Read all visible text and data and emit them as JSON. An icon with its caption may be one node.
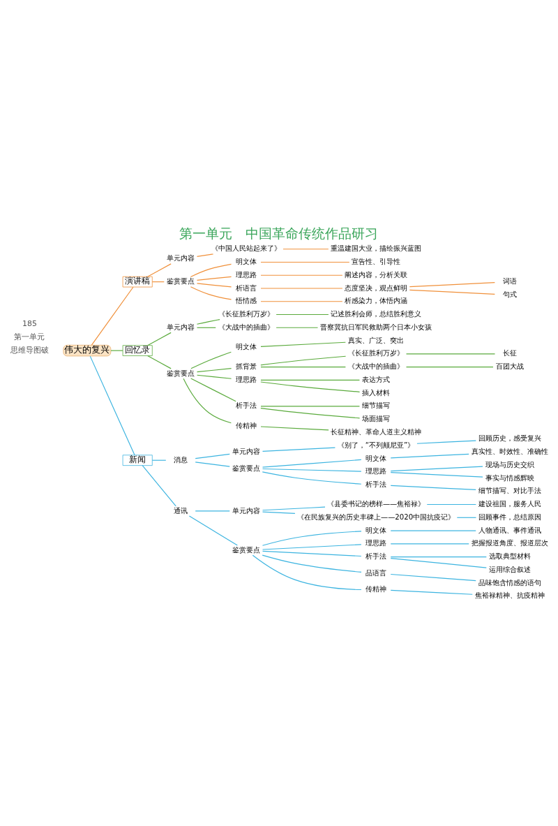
{
  "diagram": {
    "title": "第一单元　中国革命传统作品研习",
    "nodes": [
      {
        "text": [
          "伟大的复兴"
        ]
      },
      {
        "text": [
          "演讲稿"
        ]
      },
      {
        "text": [
          "单元内容"
        ]
      },
      {
        "text": [
          "《中国人民站起来了》"
        ]
      },
      {
        "text": [
          "重温建国大业，描绘振兴蓝图"
        ]
      },
      {
        "text": [
          "鉴赏要点"
        ]
      },
      {
        "text": [
          "明文体"
        ]
      },
      {
        "text": [
          "宣告性、引导性"
        ]
      },
      {
        "text": [
          "理思路"
        ]
      },
      {
        "text": [
          "阐述内容，分析关联"
        ]
      },
      {
        "text": [
          "析语言"
        ]
      },
      {
        "text": [
          "态度坚决，观点鲜明"
        ]
      },
      {
        "text": [
          "词语"
        ]
      },
      {
        "text": [
          "句式"
        ]
      },
      {
        "text": [
          "悟情感"
        ]
      },
      {
        "text": [
          "析感染力，体悟内涵"
        ]
      },
      {
        "text": [
          "回忆录"
        ]
      },
      {
        "text": [
          "单元内容"
        ]
      },
      {
        "text": [
          "《长征胜利万岁》"
        ]
      },
      {
        "text": [
          "记述胜利会师，总结胜利意义"
        ]
      },
      {
        "text": [
          "《大战中的插曲》"
        ]
      },
      {
        "text": [
          "晋察冀抗日军民救助两个日本小女孩"
        ]
      },
      {
        "text": [
          "鉴赏要点"
        ]
      },
      {
        "text": [
          "明文体"
        ]
      },
      {
        "text": [
          "真实、广泛、突出"
        ]
      },
      {
        "text": [
          "抓背景"
        ]
      },
      {
        "text": [
          "《长征胜利万岁》"
        ]
      },
      {
        "text": [
          "长征"
        ]
      },
      {
        "text": [
          "《大战中的插曲》"
        ]
      },
      {
        "text": [
          "百团大战"
        ]
      },
      {
        "text": [
          "理思路"
        ]
      },
      {
        "text": [
          "表达方式"
        ]
      },
      {
        "text": [
          "插入材料"
        ]
      },
      {
        "text": [
          "析手法"
        ]
      },
      {
        "text": [
          "细节描写"
        ]
      },
      {
        "text": [
          "场面描写"
        ]
      },
      {
        "text": [
          "传精神"
        ]
      },
      {
        "text": [
          "长征精神、革命人道主义精神"
        ]
      },
      {
        "text": [
          "新闻"
        ]
      },
      {
        "text": [
          "消息"
        ]
      },
      {
        "text": [
          "单元内容"
        ]
      },
      {
        "text": [
          "《别了，“不列颠尼亚”》"
        ]
      },
      {
        "text": [
          "回顾历史，感受复兴"
        ]
      },
      {
        "text": [
          "鉴赏要点"
        ]
      },
      {
        "text": [
          "明文体"
        ]
      },
      {
        "text": [
          "真实性、时效性、准确性"
        ]
      },
      {
        "text": [
          "理思路"
        ]
      },
      {
        "text": [
          "现场与历史交织"
        ]
      },
      {
        "text": [
          "事实与情感辉映"
        ]
      },
      {
        "text": [
          "析手法"
        ]
      },
      {
        "text": [
          "细节描写、对比手法"
        ]
      },
      {
        "text": [
          "通讯"
        ]
      },
      {
        "text": [
          "单元内容"
        ]
      },
      {
        "text": [
          "《县委书记的榜样——焦裕禄》"
        ]
      },
      {
        "text": [
          "建设祖国，服务人民"
        ]
      },
      {
        "text": [
          "《在民族复兴的历史丰碑上——2020中国抗疫记》"
        ]
      },
      {
        "text": [
          "回顾事件，总结原因"
        ]
      },
      {
        "text": [
          "鉴赏要点"
        ]
      },
      {
        "text": [
          "明文体"
        ]
      },
      {
        "text": [
          "人物通讯、事件通讯"
        ]
      },
      {
        "text": [
          "理思路"
        ]
      },
      {
        "text": [
          "把握报道角度、报道层次"
        ]
      },
      {
        "text": [
          "析手法"
        ]
      },
      {
        "text": [
          "选取典型材料"
        ]
      },
      {
        "text": [
          "运用综合叙述"
        ]
      },
      {
        "text": [
          "品语言"
        ]
      },
      {
        "text": [
          "品味饱含情感的语句"
        ]
      },
      {
        "text": [
          "传精神"
        ]
      },
      {
        "text": [
          "焦裕禄精神、抗疫精神"
        ]
      }
    ],
    "edges": [
      {
        "from": 0,
        "to": 1,
        "arrow": "none",
        "color": "#f0903a"
      },
      {
        "from": 1,
        "to": 2,
        "arrow": "none",
        "color": "#f0903a"
      },
      {
        "from": 2,
        "to": 3,
        "arrow": "none",
        "color": "#f0903a"
      },
      {
        "from": 3,
        "to": 4,
        "arrow": "none",
        "color": "#f0903a"
      },
      {
        "from": 1,
        "to": 5,
        "arrow": "none",
        "color": "#f0903a"
      },
      {
        "from": 5,
        "to": 6,
        "arrow": "none",
        "color": "#f0903a"
      },
      {
        "from": 6,
        "to": 7,
        "arrow": "none",
        "color": "#f0903a"
      },
      {
        "from": 5,
        "to": 8,
        "arrow": "none",
        "color": "#f0903a"
      },
      {
        "from": 8,
        "to": 9,
        "arrow": "none",
        "color": "#f0903a"
      },
      {
        "from": 5,
        "to": 10,
        "arrow": "none",
        "color": "#f0903a"
      },
      {
        "from": 10,
        "to": 11,
        "arrow": "none",
        "color": "#f0903a"
      },
      {
        "from": 11,
        "to": 12,
        "arrow": "none",
        "color": "#f0903a"
      },
      {
        "from": 11,
        "to": 13,
        "arrow": "none",
        "color": "#f0903a"
      },
      {
        "from": 5,
        "to": 14,
        "arrow": "none",
        "color": "#f0903a"
      },
      {
        "from": 14,
        "to": 15,
        "arrow": "none",
        "color": "#f0903a"
      },
      {
        "from": 0,
        "to": 16,
        "arrow": "none",
        "color": "#5aaa3c"
      },
      {
        "from": 16,
        "to": 17,
        "arrow": "none",
        "color": "#5aaa3c"
      },
      {
        "from": 17,
        "to": 18,
        "arrow": "none",
        "color": "#5aaa3c"
      },
      {
        "from": 18,
        "to": 19,
        "arrow": "none",
        "color": "#5aaa3c"
      },
      {
        "from": 17,
        "to": 20,
        "arrow": "none",
        "color": "#5aaa3c"
      },
      {
        "from": 20,
        "to": 21,
        "arrow": "none",
        "color": "#5aaa3c"
      },
      {
        "from": 16,
        "to": 22,
        "arrow": "none",
        "color": "#5aaa3c"
      },
      {
        "from": 22,
        "to": 23,
        "arrow": "none",
        "color": "#5aaa3c"
      },
      {
        "from": 23,
        "to": 24,
        "arrow": "none",
        "color": "#5aaa3c"
      },
      {
        "from": 22,
        "to": 25,
        "arrow": "none",
        "color": "#5aaa3c"
      },
      {
        "from": 25,
        "to": 26,
        "arrow": "none",
        "color": "#5aaa3c"
      },
      {
        "from": 26,
        "to": 27,
        "arrow": "none",
        "color": "#5aaa3c"
      },
      {
        "from": 25,
        "to": 28,
        "arrow": "none",
        "color": "#5aaa3c"
      },
      {
        "from": 28,
        "to": 29,
        "arrow": "none",
        "color": "#5aaa3c"
      },
      {
        "from": 22,
        "to": 30,
        "arrow": "none",
        "color": "#5aaa3c"
      },
      {
        "from": 30,
        "to": 31,
        "arrow": "none",
        "color": "#5aaa3c"
      },
      {
        "from": 30,
        "to": 32,
        "arrow": "none",
        "color": "#5aaa3c"
      },
      {
        "from": 22,
        "to": 33,
        "arrow": "none",
        "color": "#5aaa3c"
      },
      {
        "from": 33,
        "to": 34,
        "arrow": "none",
        "color": "#5aaa3c"
      },
      {
        "from": 33,
        "to": 35,
        "arrow": "none",
        "color": "#5aaa3c"
      },
      {
        "from": 22,
        "to": 36,
        "arrow": "none",
        "color": "#5aaa3c"
      },
      {
        "from": 36,
        "to": 37,
        "arrow": "none",
        "color": "#5aaa3c"
      },
      {
        "from": 0,
        "to": 38,
        "arrow": "none"
      },
      {
        "from": 38,
        "to": 39,
        "arrow": "none"
      },
      {
        "from": 39,
        "to": 40,
        "arrow": "none"
      },
      {
        "from": 40,
        "to": 41,
        "arrow": "none"
      },
      {
        "from": 41,
        "to": 42,
        "arrow": "none"
      },
      {
        "from": 39,
        "to": 43,
        "arrow": "none"
      },
      {
        "from": 43,
        "to": 44,
        "arrow": "none"
      },
      {
        "from": 44,
        "to": 45,
        "arrow": "none"
      },
      {
        "from": 43,
        "to": 46,
        "arrow": "none"
      },
      {
        "from": 46,
        "to": 47,
        "arrow": "none"
      },
      {
        "from": 46,
        "to": 48,
        "arrow": "none"
      },
      {
        "from": 43,
        "to": 49,
        "arrow": "none"
      },
      {
        "from": 49,
        "to": 50,
        "arrow": "none"
      },
      {
        "from": 38,
        "to": 51,
        "arrow": "none"
      },
      {
        "from": 51,
        "to": 52,
        "arrow": "none"
      },
      {
        "from": 52,
        "to": 53,
        "arrow": "none"
      },
      {
        "from": 53,
        "to": 54,
        "arrow": "none"
      },
      {
        "from": 52,
        "to": 55,
        "arrow": "none"
      },
      {
        "from": 55,
        "to": 56,
        "arrow": "none"
      },
      {
        "from": 51,
        "to": 57,
        "arrow": "none"
      },
      {
        "from": 57,
        "to": 58,
        "arrow": "none"
      },
      {
        "from": 58,
        "to": 59,
        "arrow": "none"
      },
      {
        "from": 57,
        "to": 60,
        "arrow": "none"
      },
      {
        "from": 60,
        "to": 61,
        "arrow": "none"
      },
      {
        "from": 57,
        "to": 62,
        "arrow": "none"
      },
      {
        "from": 62,
        "to": 63,
        "arrow": "none"
      },
      {
        "from": 62,
        "to": 64,
        "arrow": "none"
      },
      {
        "from": 57,
        "to": 65,
        "arrow": "none"
      },
      {
        "from": 65,
        "to": 66,
        "arrow": "none"
      },
      {
        "from": 57,
        "to": 67,
        "arrow": "none"
      },
      {
        "from": 67,
        "to": 68,
        "arrow": "none"
      }
    ],
    "labels": [
      "思维导图破",
      "第一单元",
      "185"
    ]
  }
}
